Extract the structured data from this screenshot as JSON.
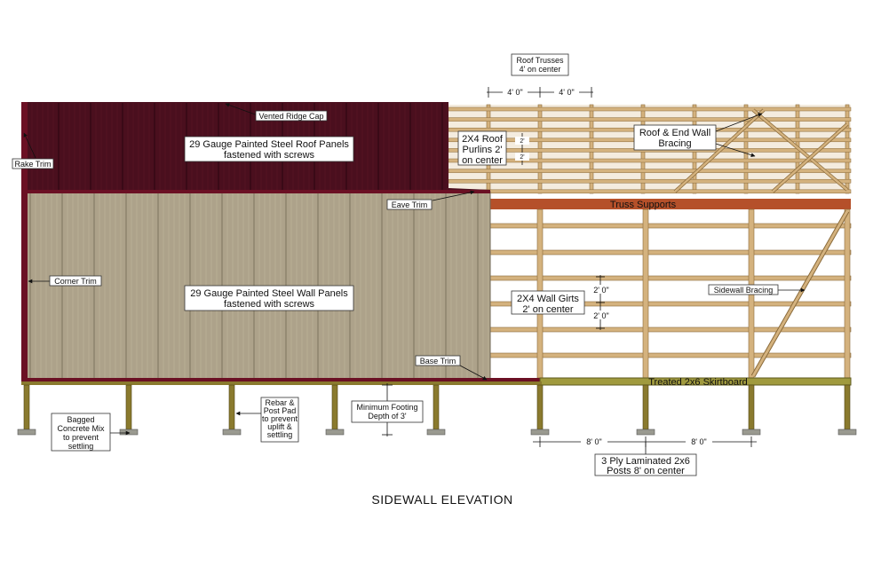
{
  "title": "SIDEWALL ELEVATION",
  "colors": {
    "roof_panel": "#4a0f1e",
    "wall_panel": "#ada28a",
    "lumber": "#d4b27e",
    "lumber_edge": "#8a6a3a",
    "truss_support": "#b5502a",
    "post": "#8a7a2e",
    "footing": "#9a9a90",
    "trim": "#6b1024"
  },
  "labels": {
    "roof_trusses": [
      "Roof Trusses",
      "4' on center"
    ],
    "dim_4ft_a": "4' 0\"",
    "dim_4ft_b": "4' 0\"",
    "vented_ridge_cap": "Vented Ridge Cap",
    "rake_trim": "Rake Trim",
    "roof_panels": [
      "29 Gauge Painted Steel Roof Panels",
      "fastened with screws"
    ],
    "roof_purlins": [
      "2X4 Roof",
      "Purlins 2'",
      "on center"
    ],
    "purlin_dim_a": "2'",
    "purlin_dim_b": "2'",
    "roof_end_wall_bracing": [
      "Roof & End Wall",
      "Bracing"
    ],
    "eave_trim": "Eave Trim",
    "truss_supports": "Truss Supports",
    "corner_trim": "Corner Trim",
    "wall_panels": [
      "29 Gauge Painted Steel Wall Panels",
      "fastened with screws"
    ],
    "wall_girts": [
      "2X4 Wall Girts",
      "2' on center"
    ],
    "girt_dim_a": "2' 0\"",
    "girt_dim_b": "2' 0\"",
    "sidewall_bracing": "Sidewall Bracing",
    "base_trim": "Base Trim",
    "skirtboard": "Treated 2x6 Skirtboard",
    "footing_depth": [
      "Minimum Footing",
      "Depth of 3'"
    ],
    "rebar_post_pad": [
      "Rebar &",
      "Post Pad",
      "to prevent",
      "uplift &",
      "settling"
    ],
    "bagged_concrete": [
      "Bagged",
      "Concrete Mix",
      "to prevent",
      "settling"
    ],
    "posts": [
      "3 Ply Laminated 2x6",
      "Posts 8' on center"
    ],
    "post_dim_a": "8' 0\"",
    "post_dim_b": "8' 0\""
  }
}
